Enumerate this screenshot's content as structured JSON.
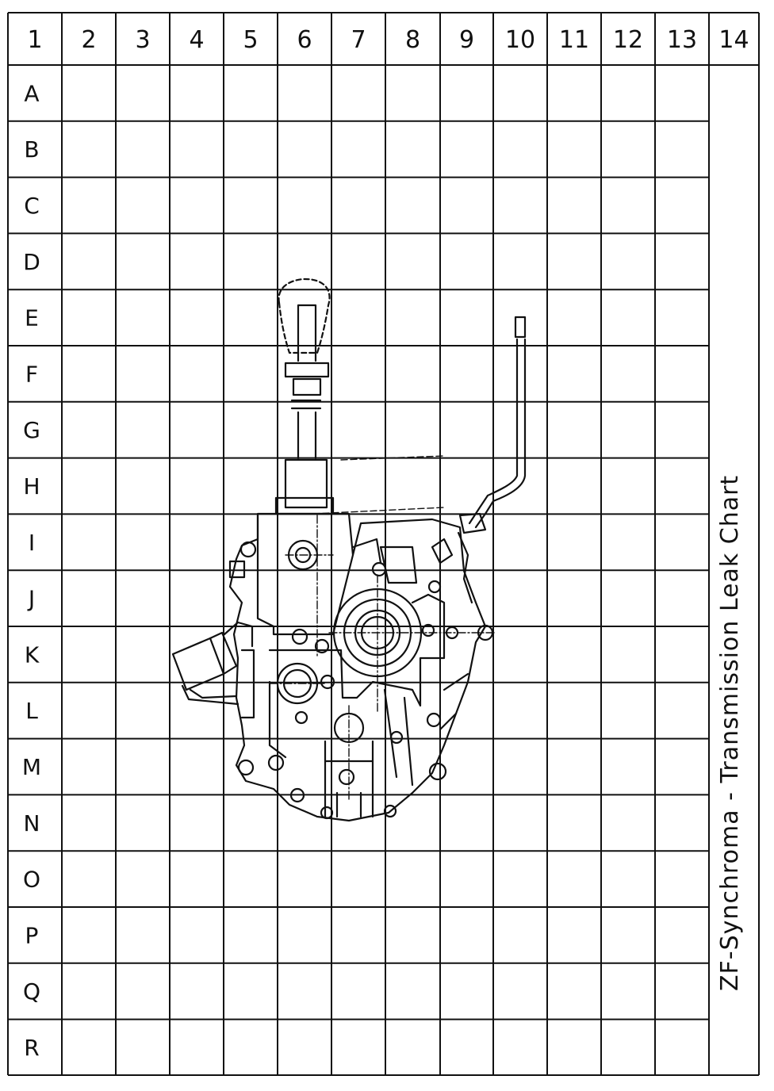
{
  "title": "ZF-Synchroma - Transmission Leak Chart",
  "columns": [
    "1",
    "2",
    "3",
    "4",
    "5",
    "6",
    "7",
    "8",
    "9",
    "10",
    "11",
    "12",
    "13",
    "14"
  ],
  "rows": [
    "A",
    "B",
    "C",
    "D",
    "E",
    "F",
    "G",
    "H",
    "I",
    "J",
    "K",
    "L",
    "M",
    "N",
    "O",
    "P",
    "Q",
    "R"
  ],
  "drawing": {
    "subject": "transmission-gearbox-rear-view",
    "line_color": "#111111",
    "background": "#ffffff"
  }
}
